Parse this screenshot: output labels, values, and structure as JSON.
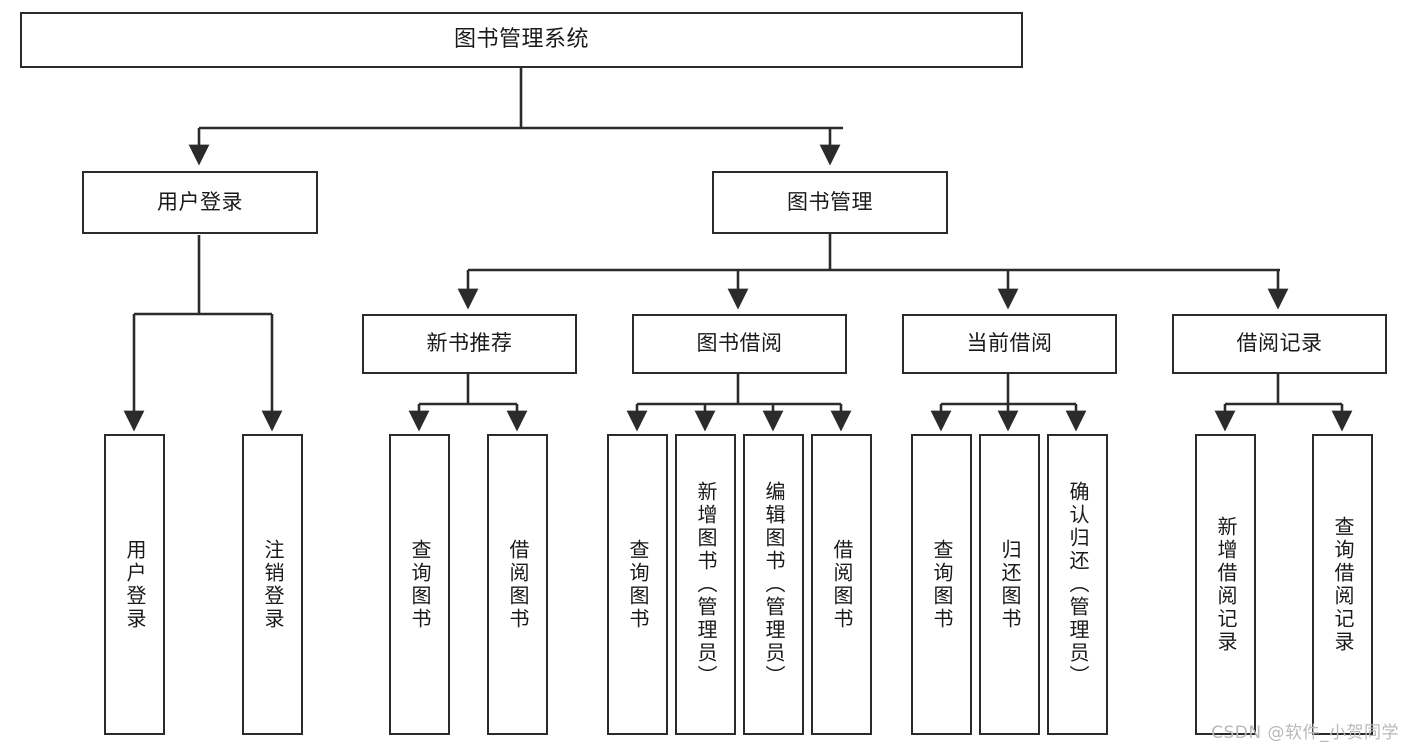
{
  "diagram": {
    "type": "hierarchy-tree",
    "title": "图书管理系统",
    "watermark": "CSDN @软件_小贺同学",
    "colors": {
      "border": "#2b2b2b",
      "background": "#ffffff",
      "text": "#1a1a1a",
      "watermark": "#b9b9b9"
    },
    "nodes": {
      "root": {
        "label": "图书管理系统"
      },
      "level2": [
        {
          "id": "user-login",
          "label": "用户登录"
        },
        {
          "id": "book-manage",
          "label": "图书管理"
        }
      ],
      "level3": [
        {
          "id": "new-book-recommend",
          "label": "新书推荐"
        },
        {
          "id": "book-borrow",
          "label": "图书借阅"
        },
        {
          "id": "current-borrow",
          "label": "当前借阅"
        },
        {
          "id": "borrow-record",
          "label": "借阅记录"
        }
      ],
      "leaves": {
        "user-login": [
          {
            "id": "leaf-user-login",
            "label": "用户登录"
          },
          {
            "id": "leaf-logout-login",
            "label": "注销登录"
          }
        ],
        "new-book-recommend": [
          {
            "id": "leaf-query-book-1",
            "label": "查询图书"
          },
          {
            "id": "leaf-borrow-book-1",
            "label": "借阅图书"
          }
        ],
        "book-borrow": [
          {
            "id": "leaf-query-book-2",
            "label": "查询图书"
          },
          {
            "id": "leaf-add-book",
            "label": "新增图书（管理员）"
          },
          {
            "id": "leaf-edit-book",
            "label": "编辑图书（管理员）"
          },
          {
            "id": "leaf-borrow-book-2",
            "label": "借阅图书"
          }
        ],
        "current-borrow": [
          {
            "id": "leaf-query-book-3",
            "label": "查询图书"
          },
          {
            "id": "leaf-return-book",
            "label": "归还图书"
          },
          {
            "id": "leaf-confirm-return",
            "label": "确认归还（管理员）"
          }
        ],
        "borrow-record": [
          {
            "id": "leaf-add-record",
            "label": "新增借阅记录"
          },
          {
            "id": "leaf-query-record",
            "label": "查询借阅记录"
          }
        ]
      }
    }
  }
}
